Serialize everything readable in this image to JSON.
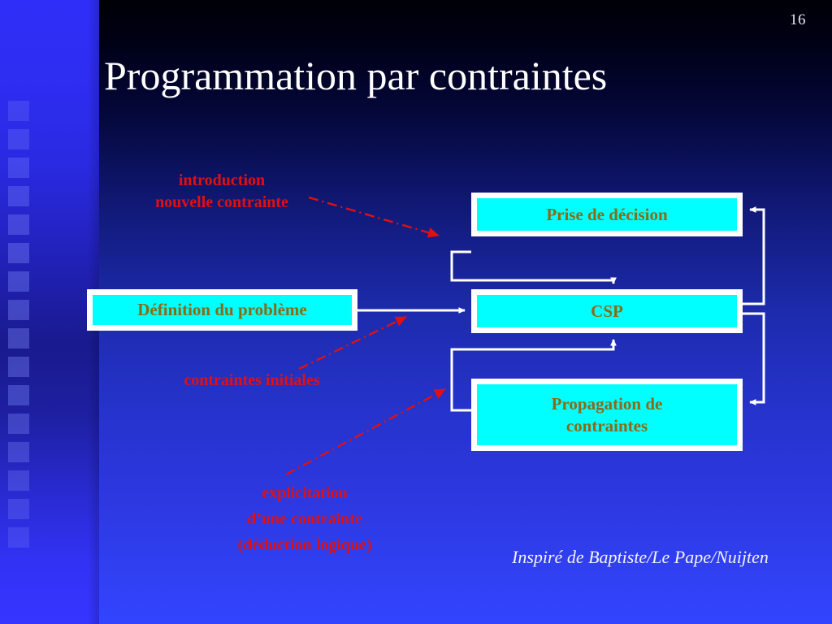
{
  "slide": {
    "page_number": "16",
    "title": "Programmation par contraintes",
    "credit": "Inspiré de Baptiste/Le Pape/Nuijten"
  },
  "colors": {
    "box_fill": "#00ffff",
    "box_border": "#ffffff",
    "box_text": "#8a6b14",
    "annotation_text": "#e01010",
    "connector": "#ffffff",
    "title_text": "#ffffff",
    "background_top": "#000006",
    "background_bottom": "#3344ff",
    "sidebar": "#2f2ef8"
  },
  "diagram": {
    "nodes": [
      {
        "id": "decision",
        "label": "Prise de décision"
      },
      {
        "id": "csp",
        "label": "CSP"
      },
      {
        "id": "propagation",
        "label": "Propagation  de\ncontraintes"
      },
      {
        "id": "definition",
        "label": "Définition du problème"
      }
    ],
    "connectors": [
      {
        "from": "definition",
        "to": "csp",
        "style": "solid",
        "color": "#ffffff"
      },
      {
        "from": "decision",
        "to": "csp",
        "style": "solid",
        "color": "#ffffff"
      },
      {
        "from": "csp",
        "to": "decision",
        "style": "solid",
        "color": "#ffffff"
      },
      {
        "from": "propagation",
        "to": "csp",
        "style": "solid",
        "color": "#ffffff"
      },
      {
        "from": "csp",
        "to": "propagation",
        "style": "solid",
        "color": "#ffffff"
      }
    ]
  },
  "annotations": [
    {
      "id": "introduction",
      "text": "introduction\nnouvelle contrainte",
      "target": "decision",
      "style": "dash-dot",
      "color": "#e01010"
    },
    {
      "id": "initiales",
      "text": "contraintes initiales",
      "target": "csp",
      "style": "dash-dot",
      "color": "#e01010"
    },
    {
      "id": "explicitation",
      "text": "explicitation\nd’une contrainte\n(déduction logique)",
      "target": "propagation",
      "style": "dash-dot",
      "color": "#e01010"
    }
  ]
}
